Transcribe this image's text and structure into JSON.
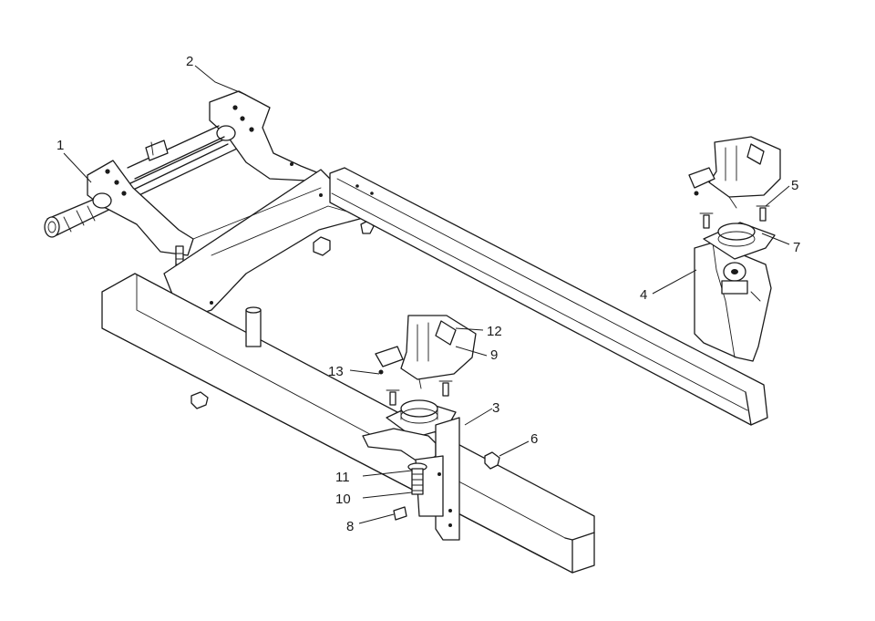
{
  "callouts": [
    {
      "id": "c1",
      "label": "1"
    },
    {
      "id": "c2",
      "label": "2"
    },
    {
      "id": "c3",
      "label": "3"
    },
    {
      "id": "c4",
      "label": "4"
    },
    {
      "id": "c5",
      "label": "5"
    },
    {
      "id": "c6",
      "label": "6"
    },
    {
      "id": "c7",
      "label": "7"
    },
    {
      "id": "c8",
      "label": "8"
    },
    {
      "id": "c9",
      "label": "9"
    },
    {
      "id": "c10",
      "label": "10"
    },
    {
      "id": "c11",
      "label": "11"
    },
    {
      "id": "c12",
      "label": "12"
    },
    {
      "id": "c13",
      "label": "13"
    }
  ],
  "colors": {
    "ink": "#1b1b1b",
    "background": "#ffffff"
  }
}
